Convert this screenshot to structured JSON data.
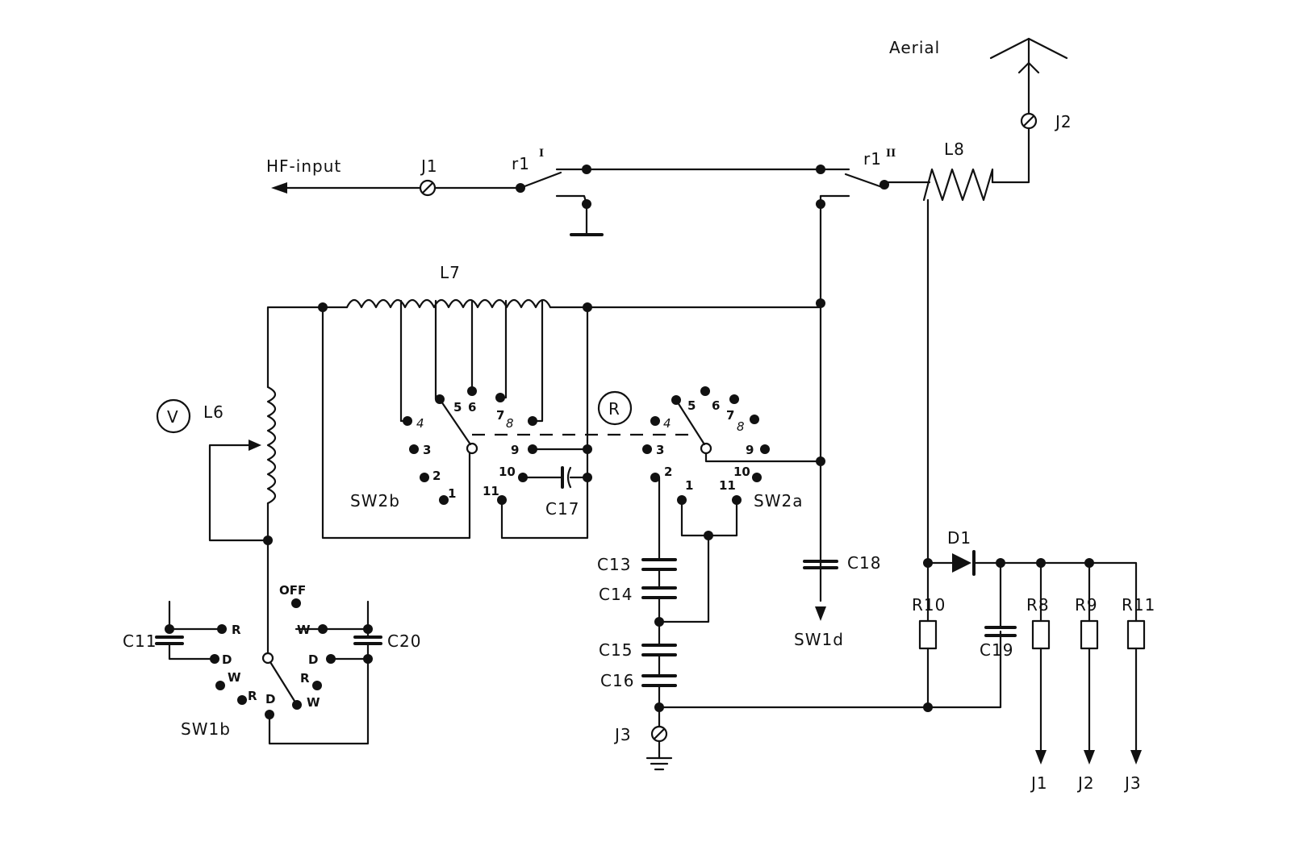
{
  "labels": {
    "aerial": "Aerial",
    "hf_input": "HF-input",
    "j1": "J1",
    "j2": "J2",
    "j3": "J3",
    "r1_left": "r1",
    "r1_left_sup": "I",
    "r1_right": "r1",
    "r1_right_sup": "II",
    "l6": "L6",
    "l7": "L7",
    "l8": "L8",
    "v_mark": "V",
    "r_mark": "R",
    "sw2b": "SW2b",
    "sw2a": "SW2a",
    "sw1b": "SW1b",
    "sw1d": "SW1d",
    "c11": "C11",
    "c13": "C13",
    "c14": "C14",
    "c15": "C15",
    "c16": "C16",
    "c17": "C17",
    "c18": "C18",
    "c19": "C19",
    "c20": "C20",
    "d1": "D1",
    "r8": "R8",
    "r9": "R9",
    "r10": "R10",
    "r11": "R11",
    "out_j1": "J1",
    "out_j2": "J2",
    "out_j3": "J3"
  },
  "switch_positions": {
    "sw2b": [
      "1",
      "2",
      "3",
      "4",
      "5",
      "6",
      "7",
      "8",
      "9",
      "10",
      "11"
    ],
    "sw2a": [
      "1",
      "2",
      "3",
      "4",
      "5",
      "6",
      "7",
      "8",
      "9",
      "10",
      "11"
    ],
    "sw1b": {
      "off": "OFF",
      "w": "W",
      "d": "D",
      "r": "R"
    }
  }
}
